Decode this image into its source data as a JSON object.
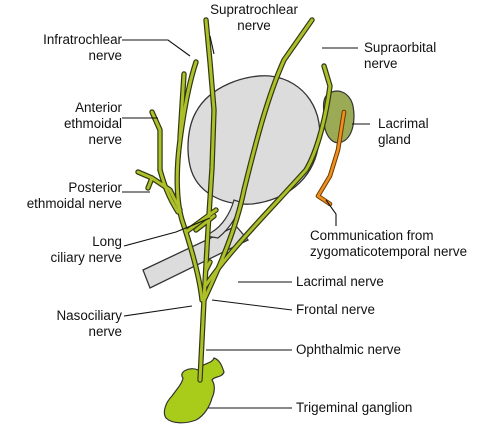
{
  "labels": {
    "supratrochlear": [
      "Supratrochlear",
      "nerve"
    ],
    "infratrochlear": [
      "Infratrochlear",
      "nerve"
    ],
    "supraorbital": [
      "Supraorbital",
      "nerve"
    ],
    "anterior_ethmoidal": [
      "Anterior",
      "ethmoidal",
      "nerve"
    ],
    "lacrimal_gland": [
      "Lacrimal",
      "gland"
    ],
    "posterior_ethmoidal": [
      "Posterior",
      "ethmoidal nerve"
    ],
    "long_ciliary": [
      "Long",
      "ciliary nerve"
    ],
    "communication": [
      "Communication from",
      "zygomaticotemporal nerve"
    ],
    "lacrimal_nerve": "Lacrimal nerve",
    "frontal_nerve": "Frontal nerve",
    "nasociliary": [
      "Nasociliary",
      "nerve"
    ],
    "ophthalmic": "Ophthalmic nerve",
    "trigeminal": "Trigeminal ganglion"
  },
  "colors": {
    "nerve_fill": "#aebf2a",
    "nerve_outline": "#2f3a12",
    "eyeball": "#dcdcdc",
    "ganglion": "#a9cc1a",
    "lacrimal_gland": "#9aaa55",
    "communication_branch": "#ef8f1e"
  }
}
